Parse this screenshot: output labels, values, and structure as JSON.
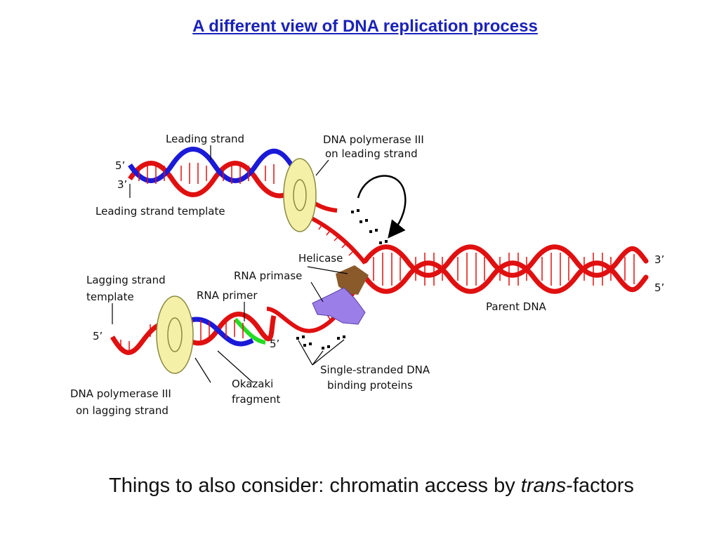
{
  "slide": {
    "title": "A different view of DNA replication process",
    "footer_prefix": "Things to also consider: chromatin access by ",
    "footer_italic": "trans",
    "footer_suffix": "-factors"
  },
  "diagram": {
    "labels": {
      "leading_strand": "Leading strand",
      "pol3_leading_line1": "DNA polymerase III",
      "pol3_leading_line2": "on leading strand",
      "leading_template": "Leading strand template",
      "helicase": "Helicase",
      "rna_primase": "RNA primase",
      "lagging_template_line1": "Lagging strand",
      "lagging_template_line2": "template",
      "rna_primer": "RNA primer",
      "parent_dna": "Parent DNA",
      "ssb_line1": "Single-stranded DNA",
      "ssb_line2": "binding proteins",
      "pol3_lagging_line1": "DNA polymerase III",
      "pol3_lagging_line2": "on lagging strand",
      "okazaki_line1": "Okazaki",
      "okazaki_line2": "fragment"
    },
    "end_labels": {
      "top_left_5": "5’",
      "top_left_3": "3’",
      "right_3": "3’",
      "right_5": "5’",
      "lagging_left_5": "5’",
      "primer_5": "5’"
    },
    "colors": {
      "template_strand": "#e01010",
      "new_strand": "#1a1ad8",
      "rna_primer": "#22dd22",
      "polymerase": "#f5f0a8",
      "helicase": "#8b5a2b",
      "primase": "#9b7ee8"
    }
  }
}
